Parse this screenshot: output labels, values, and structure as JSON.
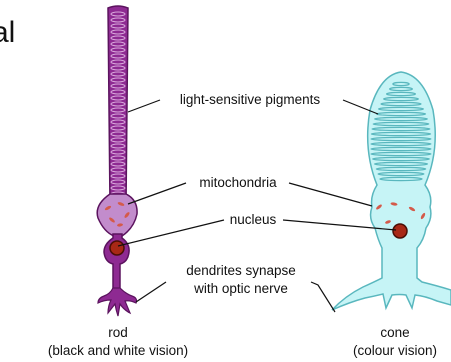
{
  "diagram": {
    "fragment_text": "al",
    "labels": {
      "pigments": "light-sensitive pigments",
      "mitochondria": "mitochondria",
      "nucleus": "nucleus",
      "dendrites_line1": "dendrites synapse",
      "dendrites_line2": "with optic nerve"
    },
    "cells": {
      "rod": {
        "name": "rod",
        "caption": "(black and white vision)"
      },
      "cone": {
        "name": "cone",
        "caption": "(colour vision)"
      }
    },
    "colors": {
      "rod_fill": "#8e2a92",
      "rod_stroke": "#5b135e",
      "rod_disc": "#d9a8dc",
      "rod_body": "#c28ccc",
      "cone_fill": "#c6f4f6",
      "cone_stroke": "#59b7be",
      "nucleus_fill": "#a82816",
      "nucleus_stroke": "#4a0e05",
      "mitochondria": "#d45a4a"
    }
  }
}
